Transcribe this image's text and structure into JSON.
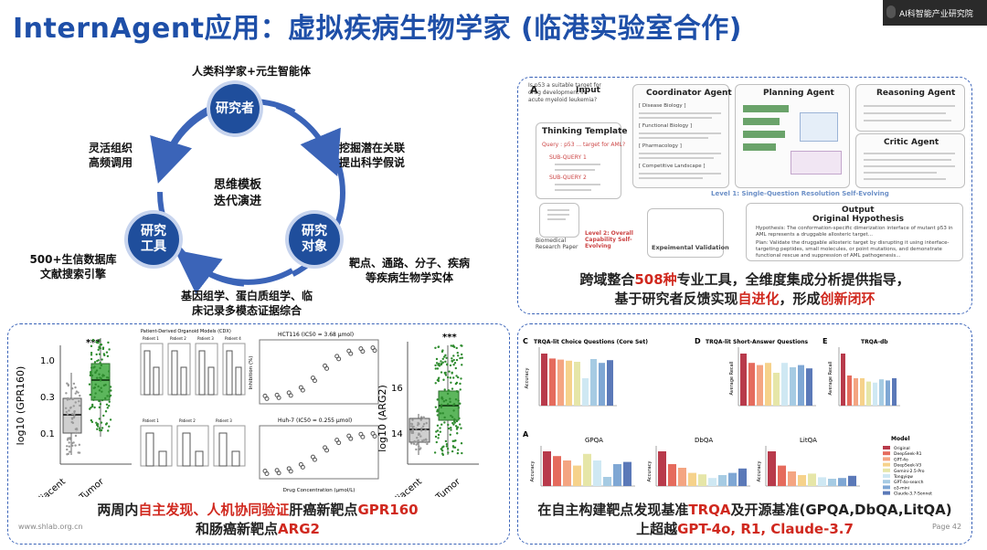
{
  "slide": {
    "title": "InternAgent应用：虚拟疾病生物学家 (临港实验室合作)",
    "footer_url": "www.shlab.org.cn",
    "page": "Page 42"
  },
  "webcam": {
    "label": "AI科智能产业研究院"
  },
  "cycle": {
    "top_label": "人类科学家+元生智能体",
    "center": [
      "思维模板",
      "迭代演进"
    ],
    "node_researcher": "研究者",
    "node_tools": [
      "研究",
      "工具"
    ],
    "node_objects": [
      "研究",
      "对象"
    ],
    "left_arc": [
      "灵活组织",
      "高频调用"
    ],
    "right_arc": [
      "挖掘潜在关联",
      "提出科学假说"
    ],
    "tools_desc": [
      "500+生信数据库",
      "文献搜索引擎"
    ],
    "objects_desc": [
      "靶点、通路、分子、疾病",
      "等疾病生物学实体"
    ],
    "bottom_arc": [
      "基因组学、蛋白质组学、临",
      "床记录多模态证据综合"
    ]
  },
  "workflow": {
    "panel_letter": "A",
    "input_title": "Input",
    "input_text": "Is p53 a suitable target for drug development in acute myeloid leukemia?",
    "thinking_template": "Thinking Template",
    "query_label": "Query : p53 ... target for AML?",
    "subquery_1": "SUB-QUERY 1",
    "subquery_2": "SUB-QUERY 2",
    "paper_label": "Biomedical Research Paper",
    "level2": "Level 2: Overall Capability Self-Evolving",
    "coordinator": "Coordinator Agent",
    "coord_items": [
      "[ Disease Biology ]",
      "[ Functional Biology ]",
      "[ Pharmacology ]",
      "[ Competitive Landscape ]"
    ],
    "planning": "Planning Agent",
    "reasoning": "Reasoning Agent",
    "critic": "Critic Agent",
    "level1": "Level 1: Single-Question Resolution Self-Evolving",
    "output_title": "Output",
    "output_subtitle": "Original Hypothesis",
    "hypothesis": "Hypothesis: The conformation-specific dimerization interface of mutant p53 in AML represents a druggable allosteric target...",
    "plan": "Plan: Validate the druggable allosteric target by disrupting it using interface-targeting peptides, small molecules, or point mutations, and demonstrate functional rescue and suppression of AML pathogenesis...",
    "experimental": "Expeimental Validation",
    "caption_line1_a": "跨域整合",
    "caption_line1_num": "508种",
    "caption_line1_b": "专业工具，全维度集成分析提供指导，",
    "caption_line2_a": "基于研究者反馈实现",
    "caption_line2_red1": "自进化",
    "caption_line2_b": "，形成",
    "caption_line2_red2": "创新闭环"
  },
  "discovery": {
    "left_ylabel": "log10 (GPR160)",
    "left_yticks": [
      "1.0",
      "0.3",
      "0.1"
    ],
    "left_sig": "***",
    "right_ylabel": "log10 (ARG2)",
    "right_yticks": [
      "16",
      "14"
    ],
    "right_sig": "***",
    "groups": [
      "Adjacent",
      "Tumor"
    ],
    "organoid_title": "Patient-Derived Organoid Models (CDX)",
    "patients_top": [
      "Patient 1",
      "Patient 2",
      "Patient 3",
      "Patient 4"
    ],
    "patients_bottom": [
      "Patient 1",
      "Patient 2",
      "Patient 3"
    ],
    "hct_title": "HCT116 (IC50 = 3.68 μmol)",
    "huh_title": "Huh-7 (IC50 = 0.255 μmol)",
    "drug_xlabel": "Drug Concentration (μmol/L)",
    "inhib_ylabel": "Inhibition (%)",
    "caption_a": "两周内",
    "caption_red1": "自主发现、人机协同验证",
    "caption_b": "肝癌新靶点",
    "caption_red2": "GPR160",
    "caption2_a": "和肠癌新靶点",
    "caption2_red": "ARG2"
  },
  "bench": {
    "c_title": "TRQA-lit Choice Questions (Core Set)",
    "d_title": "TRQA-lit Short-Answer Questions",
    "e_title": "TRQA-db",
    "a_label": "A",
    "c_label": "C",
    "d_label": "D",
    "e_label": "E",
    "gpqa": "GPQA",
    "dbqa": "DbQA",
    "litqa": "LitQA",
    "acc_label": "Accuracy",
    "recall_label": "Average Recall",
    "legend_title": "Model",
    "legend": [
      "Original",
      "DeepSeek-R1",
      "GPT-4o",
      "DeepSeek-V3",
      "Gemini-2.5-Pro",
      "Tongyiqw",
      "GPT-4o-search",
      "o3-mini",
      "Claude-3.7-Sonnet"
    ],
    "legend_colors": [
      "#b83a4b",
      "#e56b5d",
      "#f4a582",
      "#f6d28b",
      "#e6e6a8",
      "#cfe8f3",
      "#a6cbe3",
      "#7fa7d4",
      "#5b79b8"
    ],
    "caption_a": "在自主构建靶点发现基准",
    "caption_red1": "TRQA",
    "caption_b": "及开源基准(GPQA,DbQA,LitQA)",
    "caption2_a": "上超越",
    "caption2_red": "GPT-4o, R1, Claude-3.7"
  }
}
